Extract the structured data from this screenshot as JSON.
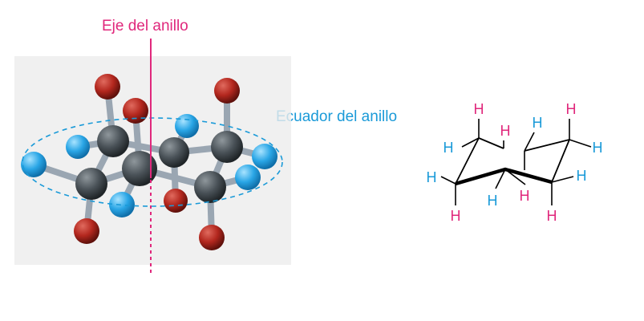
{
  "labels": {
    "axis": "Eje del anillo",
    "equator": "Ecuador del anillo"
  },
  "hydrogen_symbol": "H",
  "colors": {
    "axial": "#e0287c",
    "equatorial": "#1a9ad8",
    "carbon": "#4a5258",
    "axial_atom": "#b3271e",
    "equatorial_atom": "#2aa6e6",
    "bond": "#9aa6b2",
    "model_background": "#eeeeee"
  }
}
